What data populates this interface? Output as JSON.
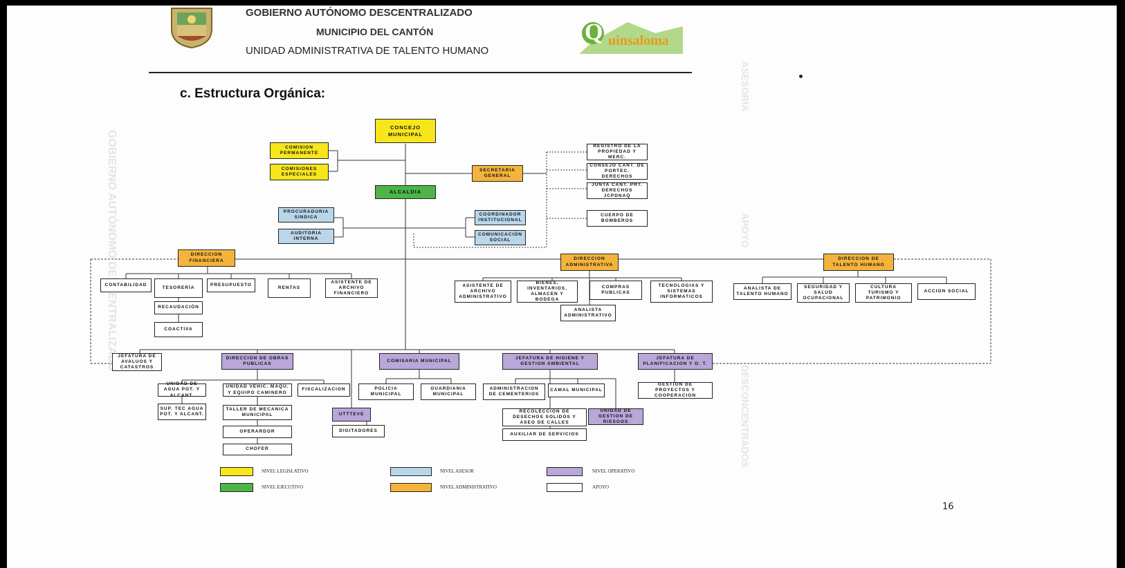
{
  "header": {
    "line1": "GOBIERNO AUTÓNOMO DESCENTRALIZADO",
    "line2": "MUNICIPIO DEL CANTÓN",
    "line3": "UNIDAD ADMINISTRATIVA  DE TALENTO  HUMANO",
    "logo_text": "uinsaloma",
    "logo_letter": "Q"
  },
  "section_title": "c. Estructura Orgánica:",
  "page_number": "16",
  "colors": {
    "legislativo": "#f7e61c",
    "ejecutivo": "#4db548",
    "asesor": "#b9d6ea",
    "administrativo": "#f4b43c",
    "operativo": "#b8a7d8",
    "apoyo": "#ffffff"
  },
  "nodes": {
    "concejo": "CONCEJO MUNICIPAL",
    "comision_permanente": "COMISION PERMANENTE",
    "comisiones_especiales": "COMISIONES ESPECIALES",
    "secretaria": "SECRETARIA GENERAL",
    "alcaldia": "ALCALDIA",
    "registro": "REGISTRO DE LA PROPIEDAD Y MERC.",
    "consejo_cant": "CONSEJO CANT. DE PORTEC. DERECHOS",
    "junta_cant": "JUNTA CANT. PRT. DERECHOS JCPDNAQ",
    "bomberos": "CUERPO DE BOMBEROS",
    "procuraduria": "PROCURADURIA SINDICA",
    "auditoria": "AUDITORIA INTERNA",
    "coordinador": "COORDINADOR INSTITUCIONAL",
    "comunicacion": "COMUNICACIÓN SOCIAL",
    "dir_financiera": "DIRECCION FINANCIERA",
    "dir_administrativa": "DIRECCION ADMINISTRATIVA",
    "dir_talento": "DIRECCION DE TALENTO HUMANO",
    "contabilidad": "CONTABILIDAD",
    "tesoreria": "TESORERÍA",
    "presupuesto": "PRESUPUESTO",
    "rentas": "RENTAS",
    "asistente_fin": "ASISTENTE DE ARCHIVO FINANCIERO",
    "recaudacion": "RECAUDACIÓN",
    "coactiva": "COACTIVA",
    "asistente_adm": "ASISTENTE DE ARCHIVO ADMINISTRATIVO",
    "bienes": "BIENES, INVENTARIOS, ALMACEN Y BODEGA",
    "compras": "COMPRAS PUBLICAS",
    "tecnologias": "TECNOLOGIAS Y SISTEMAS INFORMATICOS",
    "analista_adm": "ANALISTA ADMINISTRATIVO",
    "analista_th": "ANALISTA DE TALENTO HUMANO",
    "seguridad": "SEGURIDAD Y SALUD OCUPACIONAL",
    "cultura": "CULTURA TURISMO Y PATRIMONIO",
    "accion_social": "ACCION SOCIAL",
    "avaluos": "JEFATURA DE AVALUOS Y CATASTROS",
    "obras": "DIRECCION DE OBRAS PUBLICAS",
    "comisaria": "COMISARIA MUNICIPAL",
    "higiene": "JEFATURA DE HIGIENE Y GESTION AMBIENTAL",
    "planificacion": "JEFATURA DE PLANIFICACION Y O. T.",
    "agua": "UNIDAD DE AGUA POT. Y ALCANT.",
    "sup_agua": "SUP. TEC AGUA POT. Y ALCANT.",
    "equipo": "UNIDAD VEHIC. MAQU. Y EQUIPO CAMINERO",
    "taller": "TALLER DE MECANICA MUNICIPAL",
    "operador": "OPERARDOR",
    "chofer": "CHOFER",
    "fiscalizacion": "FISCALIZACION",
    "uttteve": "UTTTEVE",
    "digitadores": "DIGITADORES",
    "policia": "POLICIA MUNICIPAL",
    "guardiania": "GUARDIANIA MUNICIPAL",
    "cementerios": "ADMINISTRACION DE CEMENTERIOS",
    "camal": "CAMAL MUNICIPAL",
    "recoleccion": "RECOLECCION DE DESECHOS SOLIDOS Y ASEO DE CALLES",
    "auxiliar": "AUXILIAR DE SERVICIOS",
    "riesgos": "UNIDAD DE GESTION DE RIESGOS",
    "proyectos": "GESTION DE PROYECTOS Y COOPERACION"
  },
  "legend": {
    "legislativo": "NIVEL LEGISLATIVO",
    "ejecutivo": "NIVEL EJECUTIVO",
    "asesor": "NIVEL ASESOR",
    "administrativo": "NIVEL ADMINISTRATIVO",
    "operativo": "NIVEL OPERATIVO",
    "apoyo": "APOYO"
  }
}
